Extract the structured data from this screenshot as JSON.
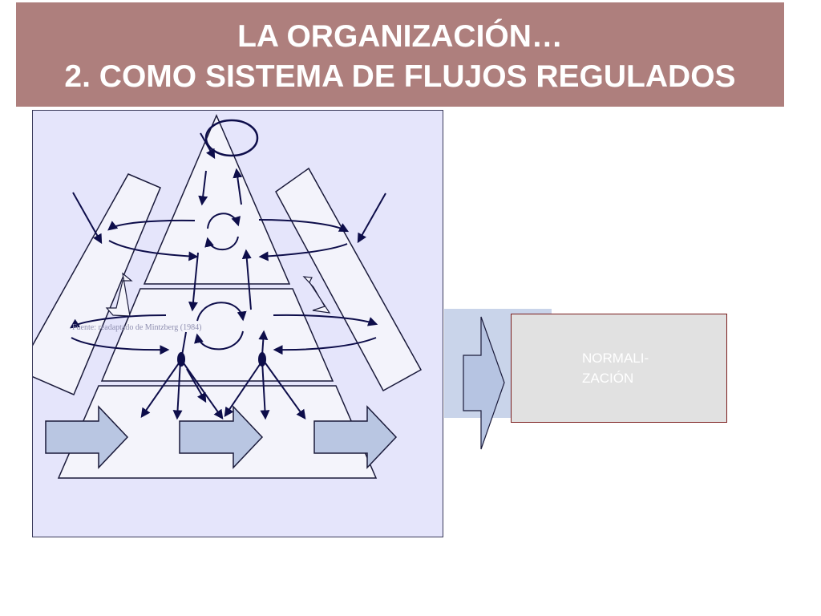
{
  "title": {
    "line1": "LA ORGANIZACIÓN…",
    "line2": "2. COMO SISTEMA DE FLUJOS REGULADOS"
  },
  "diagram": {
    "source_note": "Fuente: readaptado de Mintzberg (1984)"
  },
  "normalization_box": {
    "label_line1": "NORMALI-",
    "label_line2": "ZACIÓN"
  },
  "colors": {
    "title_background": "#ae7f7d",
    "title_text": "#ffffff",
    "panel_background": "#e5e5fb",
    "flow_arrows": "#0d0d4a",
    "block_arrow_fill": "#b9c6e2",
    "normalization_box_border": "#7a1d1d",
    "normalization_box_fill": "#e1e1e1"
  }
}
